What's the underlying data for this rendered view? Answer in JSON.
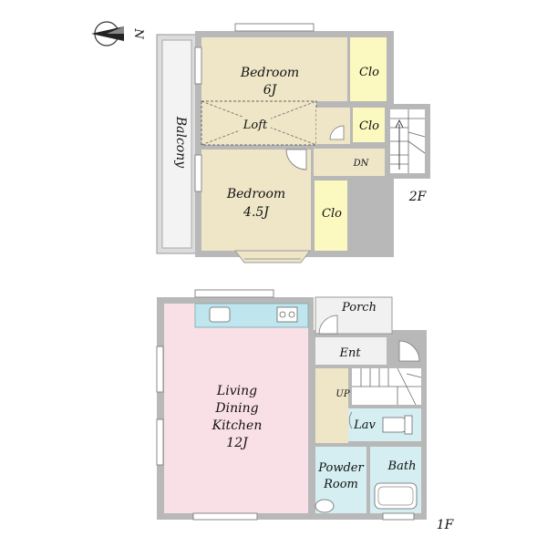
{
  "compass": {
    "label": "N"
  },
  "floor2": {
    "floor_label": "2F",
    "balcony": "Balcony",
    "bedroom_a": {
      "name": "Bedroom",
      "size": "6J"
    },
    "loft": "Loft",
    "bedroom_b": {
      "name": "Bedroom",
      "size": "4.5J"
    },
    "closets": [
      "Clo",
      "Clo",
      "Clo"
    ],
    "stairs_label": "DN"
  },
  "floor1": {
    "floor_label": "1F",
    "ldk": {
      "line1": "Living",
      "line2": "Dining",
      "line3": "Kitchen",
      "size": "12J"
    },
    "porch": "Porch",
    "entrance": "Ent",
    "stairs_label": "UP",
    "lavatory": "Lav",
    "bath": "Bath",
    "powder_room": {
      "line1": "Powder",
      "line2": "Room"
    }
  },
  "colors": {
    "bedroom": "#efe6c8",
    "closet": "#fbf8c0",
    "ldk": "#f9e0e6",
    "wet_area": "#d4eef2",
    "entry": "#f1f1f1",
    "balcony": "#dcdcdc",
    "wall": "#b8b8b8"
  }
}
